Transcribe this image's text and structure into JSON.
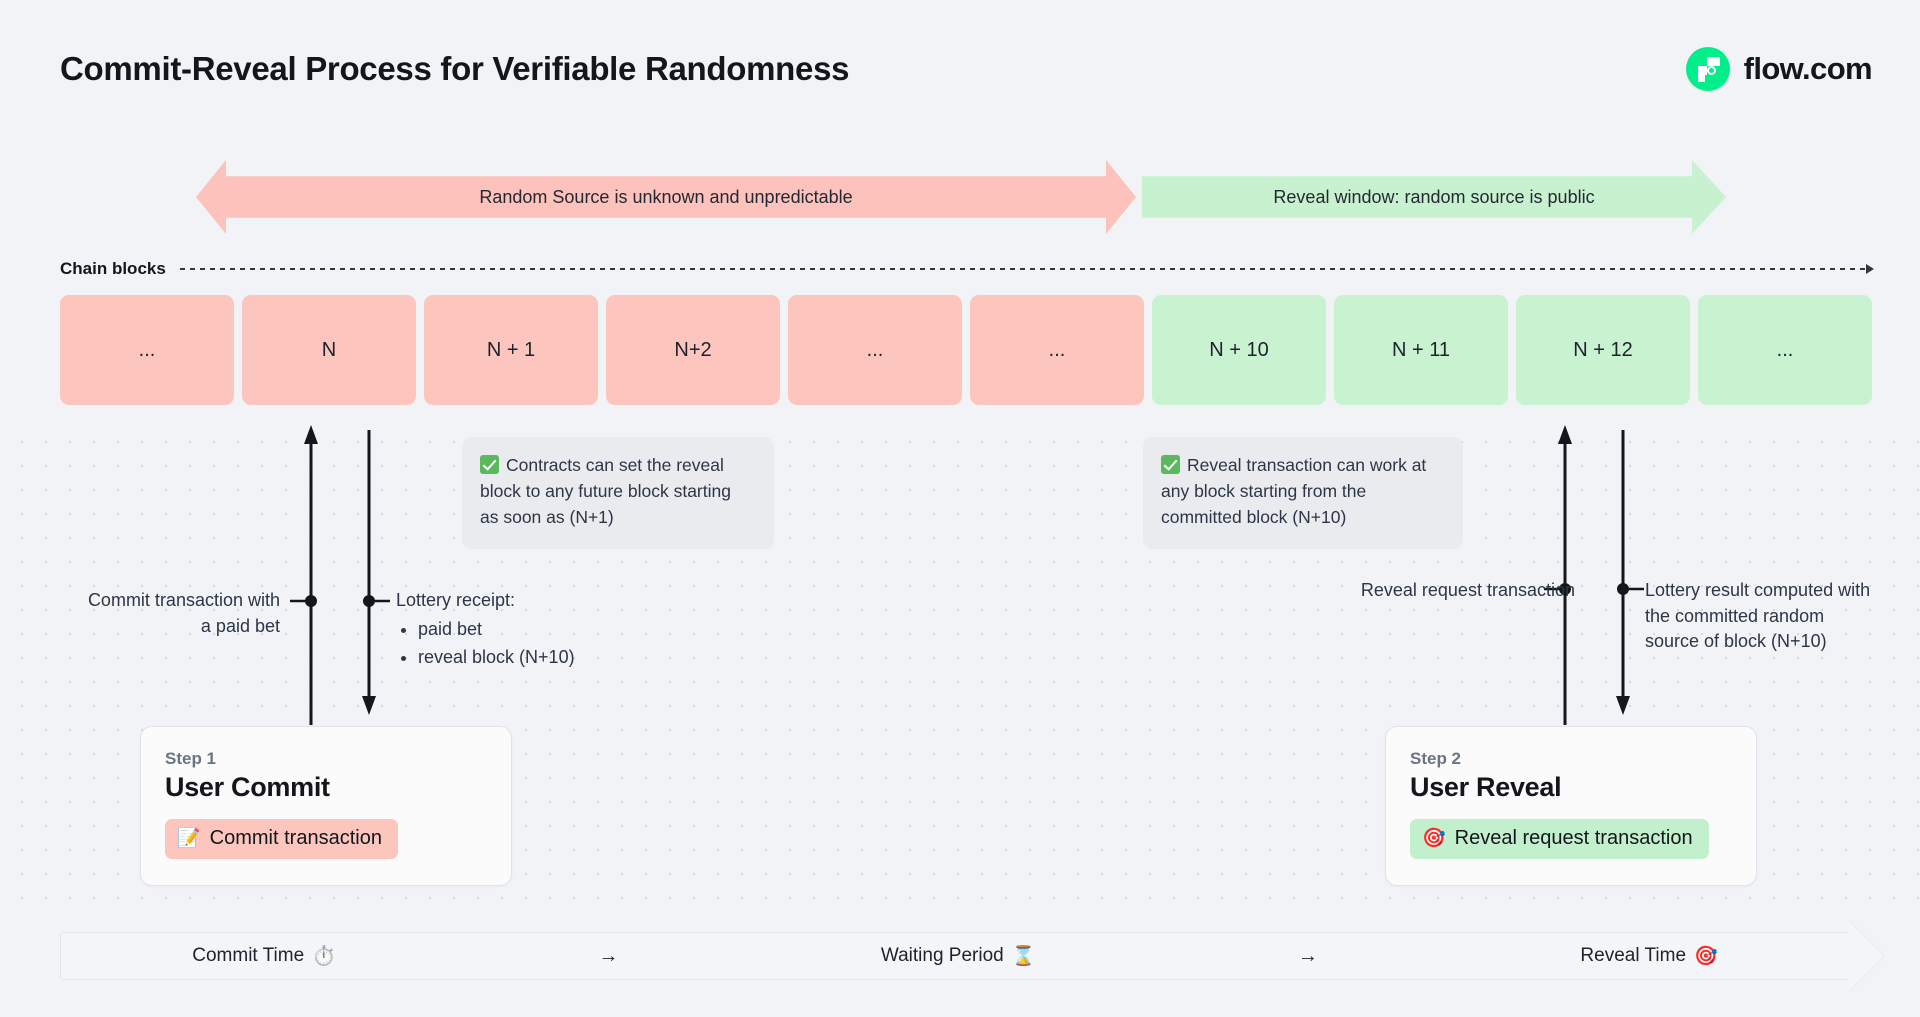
{
  "header": {
    "title": "Commit-Reveal Process for Verifiable Randomness",
    "brand": "flow.com",
    "brand_color": "#00ef8b"
  },
  "windows": {
    "unknown": "Random Source is unknown and unpredictable",
    "reveal": "Reveal window: random source is public",
    "unknown_color": "#fcc2bb",
    "reveal_color": "#c8f2cf"
  },
  "chain": {
    "label": "Chain blocks",
    "blocks": [
      {
        "label": "...",
        "state": "pink"
      },
      {
        "label": "N",
        "state": "pink"
      },
      {
        "label": "N + 1",
        "state": "pink"
      },
      {
        "label": "N+2",
        "state": "pink"
      },
      {
        "label": "...",
        "state": "pink"
      },
      {
        "label": "...",
        "state": "pink"
      },
      {
        "label": "N + 10",
        "state": "green"
      },
      {
        "label": "N + 11",
        "state": "green"
      },
      {
        "label": "N + 12",
        "state": "green"
      },
      {
        "label": "...",
        "state": "green"
      }
    ]
  },
  "notes": {
    "left": "Contracts can set the reveal block to any future block starting as soon as (N+1)",
    "right": "Reveal transaction can work at any block starting from the committed block (N+10)"
  },
  "connectors": {
    "commit": "Commit transaction with a paid bet",
    "receipt_title": "Lottery receipt:",
    "receipt_items": [
      "paid bet",
      "reveal block (N+10)"
    ],
    "reveal_request": "Reveal request transaction",
    "lottery_result": "Lottery result computed with the committed random source of block (N+10)"
  },
  "steps": [
    {
      "kicker": "Step 1",
      "title": "User Commit",
      "pill_label": "Commit transaction",
      "pill_emoji": "📝",
      "pill_color": "#fcc6bf"
    },
    {
      "kicker": "Step 2",
      "title": "User Reveal",
      "pill_label": "Reveal request transaction",
      "pill_emoji": "🎯",
      "pill_color": "#c2f0cc"
    }
  ],
  "phases": {
    "commit": "Commit Time",
    "commit_emoji": "⏱️",
    "waiting": "Waiting Period",
    "waiting_emoji": "⌛",
    "reveal": "Reveal Time",
    "reveal_emoji": "🎯",
    "separator": "→"
  }
}
